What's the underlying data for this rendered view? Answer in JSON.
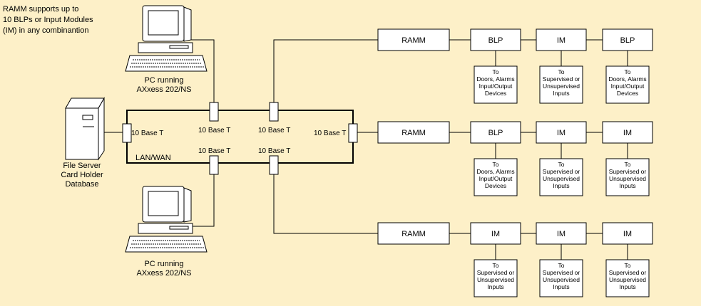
{
  "colors": {
    "background": "#fdf0c8",
    "box_fill": "#ffffff",
    "line": "#000000"
  },
  "note": [
    "RAMM supports up to",
    "10 BLPs or Input Modules",
    "(IM) in any combinantion"
  ],
  "pc_top_label": [
    "PC running",
    "AXxess 202/NS"
  ],
  "pc_bottom_label": [
    "PC running",
    "AXxess 202/NS"
  ],
  "server_label": [
    "File Server",
    "Card Holder",
    "Database"
  ],
  "lan_label": "LAN/WAN",
  "tap_label": "10 Base T",
  "rows": [
    {
      "ramm": "RAMM",
      "modules": [
        {
          "label": "BLP",
          "desc": [
            "To",
            "Doors, Alarms",
            "Input/Output",
            "Devices"
          ]
        },
        {
          "label": "IM",
          "desc": [
            "To",
            "Supervised or",
            "Unsupervised",
            "Inputs"
          ]
        },
        {
          "label": "BLP",
          "desc": [
            "To",
            "Doors, Alarms",
            "Input/Output",
            "Devices"
          ]
        }
      ]
    },
    {
      "ramm": "RAMM",
      "modules": [
        {
          "label": "BLP",
          "desc": [
            "To",
            "Doors, Alarms",
            "Input/Output",
            "Devices"
          ]
        },
        {
          "label": "IM",
          "desc": [
            "To",
            "Supervised or",
            "Unsupervised",
            "Inputs"
          ]
        },
        {
          "label": "IM",
          "desc": [
            "To",
            "Supervised or",
            "Unsupervised",
            "Inputs"
          ]
        }
      ]
    },
    {
      "ramm": "RAMM",
      "modules": [
        {
          "label": "IM",
          "desc": [
            "To",
            "Supervised or",
            "Unsupervised",
            "Inputs"
          ]
        },
        {
          "label": "IM",
          "desc": [
            "To",
            "Supervised or",
            "Unsupervised",
            "Inputs"
          ]
        },
        {
          "label": "IM",
          "desc": [
            "To",
            "Supervised or",
            "Unsupervised",
            "Inputs"
          ]
        }
      ]
    }
  ]
}
